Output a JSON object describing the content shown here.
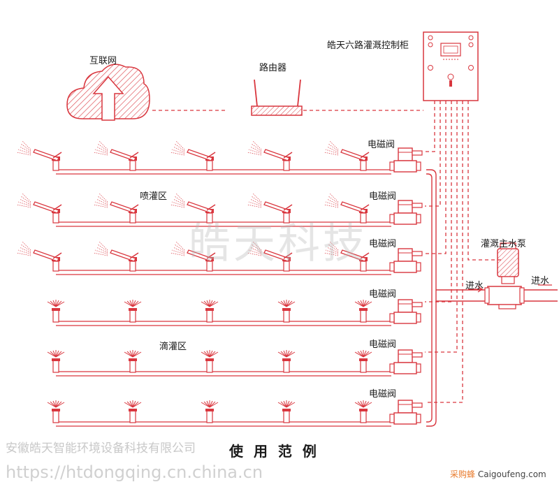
{
  "labels": {
    "internet": "互联网",
    "router": "路由器",
    "control_cabinet": "皓天六路灌溉控制柜",
    "main_pump": "灌溉主水泵",
    "water_in_left": "进水",
    "water_in_right": "进水",
    "spray_zone": "喷灌区",
    "drip_zone": "滴灌区",
    "valve": "电磁阀",
    "caption": "使 用 范 例"
  },
  "watermarks": {
    "center": "皓天科技",
    "company": "安徽皓天智能环境设备科技有限公司",
    "url": "https://htdongqing.cn.china.cn",
    "badge_cn": "采购蜂",
    "badge_en": "Caigoufeng.com"
  },
  "colors": {
    "accent": "#d9363e",
    "text": "#1a1a1a",
    "watermark": "#c8c8c8",
    "badge": "#e8792a"
  },
  "icons": {
    "cloud": "cloud-upload-icon",
    "router": "router-icon",
    "cabinet": "control-cabinet-icon",
    "sprinkler": "sprinkler-gun-icon",
    "dripper": "drip-emitter-icon",
    "valve": "solenoid-valve-icon",
    "pump": "water-pump-icon"
  },
  "zones": [
    {
      "type": "spray"
    },
    {
      "type": "spray"
    },
    {
      "type": "spray"
    },
    {
      "type": "drip"
    },
    {
      "type": "drip"
    },
    {
      "type": "drip"
    }
  ]
}
